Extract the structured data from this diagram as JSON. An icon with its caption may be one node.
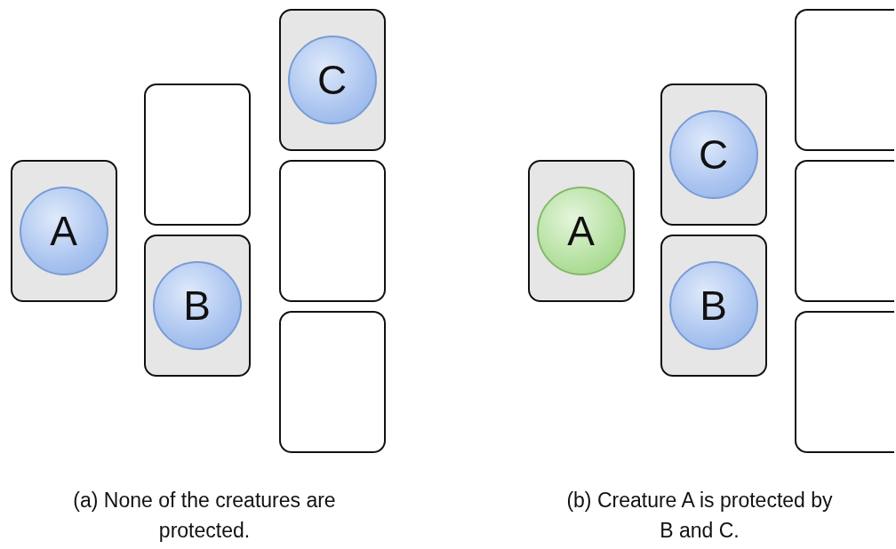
{
  "diagram": {
    "nodes": [
      {
        "text": [],
        "shape": "box"
      },
      {
        "text": [
          "A"
        ],
        "in": 0
      },
      {
        "text": [],
        "shape": "box"
      },
      {
        "text": [],
        "shape": "box"
      },
      {
        "text": [
          "B"
        ],
        "in": 3
      },
      {
        "text": [],
        "shape": "box"
      },
      {
        "text": [
          "C"
        ],
        "in": 5
      },
      {
        "text": [],
        "shape": "box"
      },
      {
        "text": [],
        "shape": "box"
      },
      {
        "text": [],
        "shape": "box"
      },
      {
        "text": [
          "A"
        ],
        "in": 9
      },
      {
        "text": [],
        "shape": "box"
      },
      {
        "text": [
          "C"
        ],
        "in": 11
      },
      {
        "text": [],
        "shape": "box"
      },
      {
        "text": [
          "B"
        ],
        "in": 13
      },
      {
        "text": [],
        "shape": "box"
      },
      {
        "text": [],
        "shape": "box"
      },
      {
        "text": [],
        "shape": "box"
      }
    ],
    "labels": [
      "(a) None of the creatures are protected.",
      "(b) Creature A is protected by B and C."
    ]
  }
}
